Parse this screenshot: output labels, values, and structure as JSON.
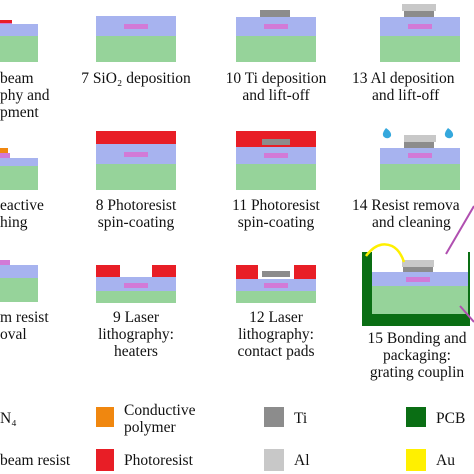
{
  "colors": {
    "substrate": "#96d39a",
    "cladding": "#a7b3ef",
    "waveguide": "#d27ad7",
    "photoresist": "#e81e26",
    "ti": "#8c8c8c",
    "al": "#c8c8c8",
    "conductive_polymer": "#f0870f",
    "pcb": "#0a6e14",
    "au": "#fff000",
    "droplet": "#35a8dd",
    "fiber": "#b04fb0"
  },
  "steps": {
    "s4": {
      "lines": [
        "beam",
        "phy and",
        "pment"
      ]
    },
    "s5": {
      "lines": [
        "eactive",
        "hing"
      ]
    },
    "s6": {
      "lines": [
        "m resist",
        "oval"
      ]
    },
    "s7": {
      "lines": [
        "7 SiO₂ deposition"
      ]
    },
    "s8": {
      "lines": [
        "8 Photoresist",
        "spin-coating"
      ]
    },
    "s9": {
      "lines": [
        "9 Laser",
        "lithography:",
        "heaters"
      ]
    },
    "s10": {
      "lines": [
        "10 Ti deposition",
        "and lift-off"
      ]
    },
    "s11": {
      "lines": [
        "11 Photoresist",
        "spin-coating"
      ]
    },
    "s12": {
      "lines": [
        "12 Laser",
        "lithography:",
        "contact pads"
      ]
    },
    "s13": {
      "lines": [
        "13 Al deposition",
        "and lift-off"
      ]
    },
    "s14": {
      "lines": [
        "14 Resist remova",
        "and cleaning"
      ]
    },
    "s15": {
      "lines": [
        "15 Bonding and",
        "packaging:",
        "grating couplin"
      ]
    }
  },
  "legend": {
    "sin": "N₄",
    "ebeam_resist": "beam resist",
    "conductive_polymer": [
      "Conductive",
      "polymer"
    ],
    "photoresist": "Photoresist",
    "ti": "Ti",
    "al": "Al",
    "pcb": "PCB",
    "au": "Au"
  }
}
